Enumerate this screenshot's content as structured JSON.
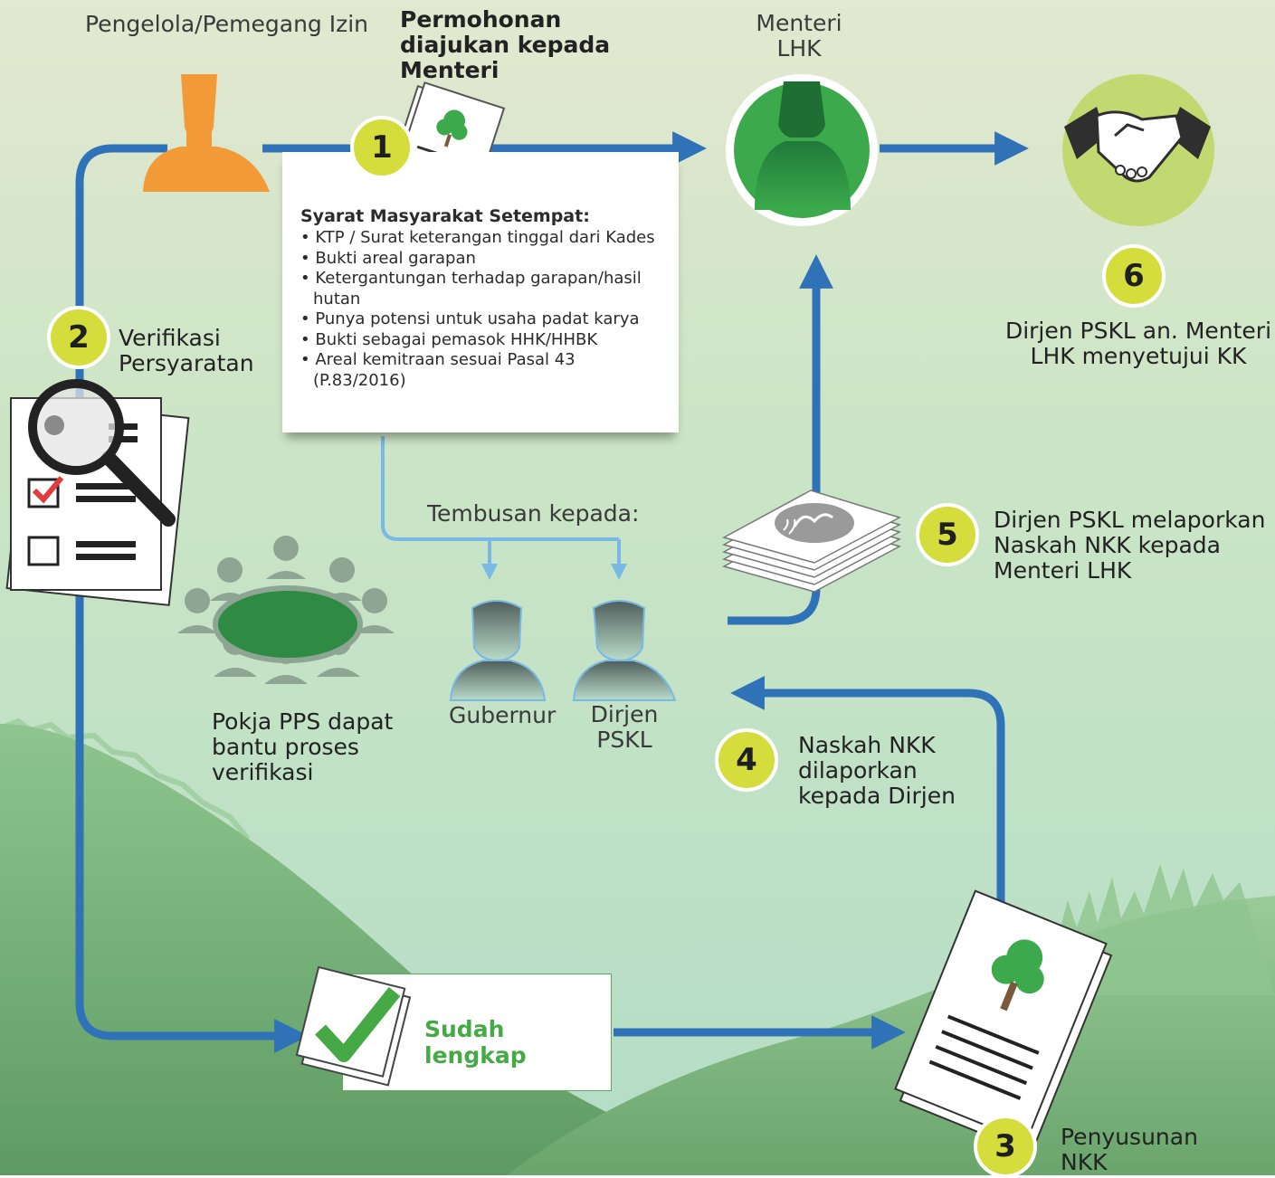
{
  "colors": {
    "flow_arrow": "#2f72b8",
    "copy_arrow": "#7ab8e6",
    "badge": "#d4dd3b",
    "applicant": "#f29a38",
    "minister": "#3caa4c",
    "done_text": "#45a945"
  },
  "applicant": {
    "label": "Pengelola/Pemegang Izin",
    "icon": "person-icon"
  },
  "step1": {
    "number": "1",
    "label_lines": [
      "Permohonan",
      "diajukan kepada",
      "Menteri"
    ],
    "icon": "document-tree-icon"
  },
  "requirements": {
    "title": "Syarat Masyarakat Setempat:",
    "items": [
      "KTP / Surat keterangan tinggal dari Kades",
      "Bukti areal garapan",
      "Ketergantungan terhadap garapan/hasil hutan",
      "Punya potensi untuk usaha padat karya",
      "Bukti sebagai pemasok HHK/HHBK",
      "Areal kemitraan sesuai Pasal 43 (P.83/2016)"
    ]
  },
  "minister": {
    "label_lines": [
      "Menteri",
      "LHK"
    ],
    "icon": "minister-person-icon"
  },
  "step2": {
    "number": "2",
    "label_lines": [
      "Verifikasi",
      "Persyaratan"
    ],
    "icon": "checklist-magnifier-icon"
  },
  "pokja": {
    "label_lines": [
      "Pokja PPS dapat",
      "bantu proses",
      "verifikasi"
    ],
    "icon": "meeting-table-icon"
  },
  "copy_to": {
    "label": "Tembusan kepada:",
    "recipients": [
      "Gubernur",
      "Dirjen PSKL"
    ],
    "recipient_lines": [
      "Gubernur",
      "Dirjen",
      "PSKL"
    ]
  },
  "step3": {
    "number": "3",
    "label_lines": [
      "Penyusunan",
      "NKK"
    ],
    "icon": "document-tree-icon"
  },
  "step4": {
    "number": "4",
    "label_lines": [
      "Naskah NKK",
      "dilaporkan",
      "kepada Dirjen"
    ]
  },
  "step5": {
    "number": "5",
    "label_lines": [
      "Dirjen PSKL melaporkan",
      "Naskah NKK kepada",
      "Menteri LHK"
    ],
    "icon": "document-stack-icon"
  },
  "step6": {
    "number": "6",
    "label_lines": [
      "Dirjen PSKL an. Menteri",
      "LHK menyetujui KK"
    ],
    "icon": "handshake-icon"
  },
  "complete": {
    "label": "Sudah lengkap",
    "icon": "checkmark-icon"
  }
}
